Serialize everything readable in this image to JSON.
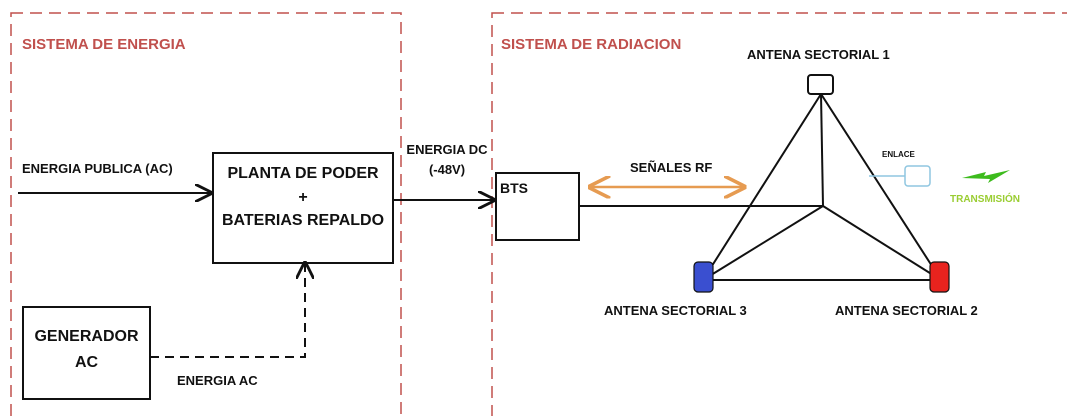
{
  "sections": {
    "energy_title": "SISTEMA DE ENERGIA",
    "radiation_title": "SISTEMA DE RADIACION"
  },
  "energy": {
    "public_input_label": "ENERGIA PUBLICA (AC)",
    "plant_line1": "PLANTA DE PODER",
    "plant_plus": "+",
    "plant_line2": "BATERIAS REPALDO",
    "generator_line1": "GENERADOR",
    "generator_line2": "AC",
    "ac_energy_label": "ENERGIA AC",
    "dc_energy_line1": "ENERGIA DC",
    "dc_energy_line2": "(-48V)"
  },
  "radiation": {
    "bts_label": "BTS",
    "rf_label": "SEÑALES RF",
    "antenna1": "ANTENA SECTORIAL 1",
    "antenna2": "ANTENA SECTORIAL 2",
    "antenna3": "ANTENA SECTORIAL 3",
    "link_label": "ENLACE",
    "transmission_label": "TRANSMISIÓN"
  },
  "colors": {
    "section_border": "#c0504d",
    "section_title": "#c0504d",
    "rf_arrow": "#e69b51",
    "antenna2_fill": "#e8231e",
    "antenna3_fill": "#3a4fd0",
    "link_line": "#8fc6e0",
    "lightning": "#3dbb1d",
    "transmission_text": "#9acd32"
  },
  "icons": {
    "transmission": "lightning-bolt-icon"
  }
}
